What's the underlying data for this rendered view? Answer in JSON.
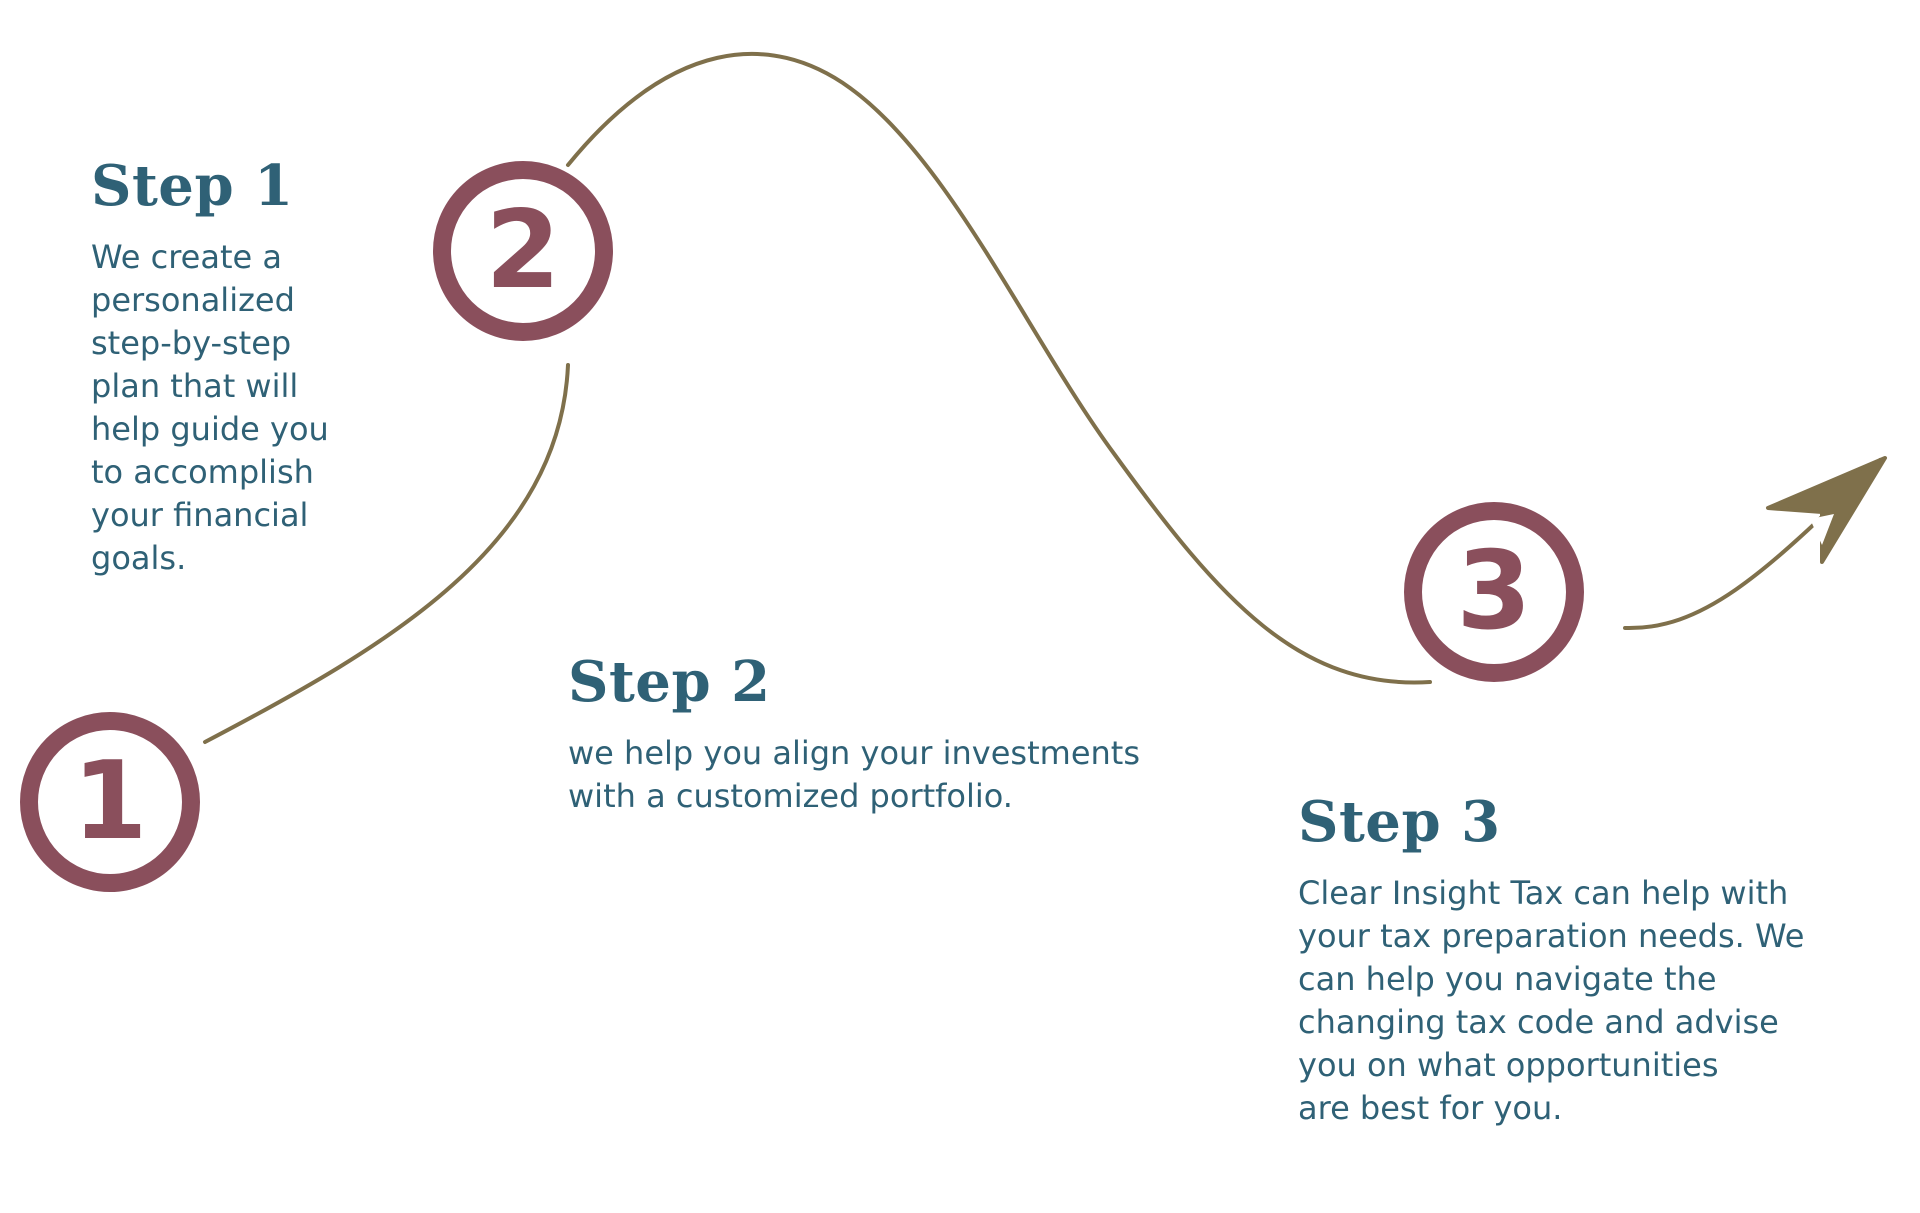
{
  "colors": {
    "path": "#7f704b",
    "circle": "#8a4f5c",
    "text": "#2f6176"
  },
  "circles": [
    {
      "number": "1"
    },
    {
      "number": "2"
    },
    {
      "number": "3"
    }
  ],
  "steps": [
    {
      "title": "Step 1",
      "text": "We create a\npersonalized\nstep-by-step\nplan that will\nhelp guide you\nto accomplish\nyour financial\ngoals."
    },
    {
      "title": "Step 2",
      "text": "we help you align your investments\nwith a customized portfolio."
    },
    {
      "title": "Step 3",
      "text": "Clear Insight Tax can help with\nyour tax preparation needs. We\ncan help you navigate the\nchanging tax code and advise\nyou on what opportunities\nare best for you."
    }
  ]
}
